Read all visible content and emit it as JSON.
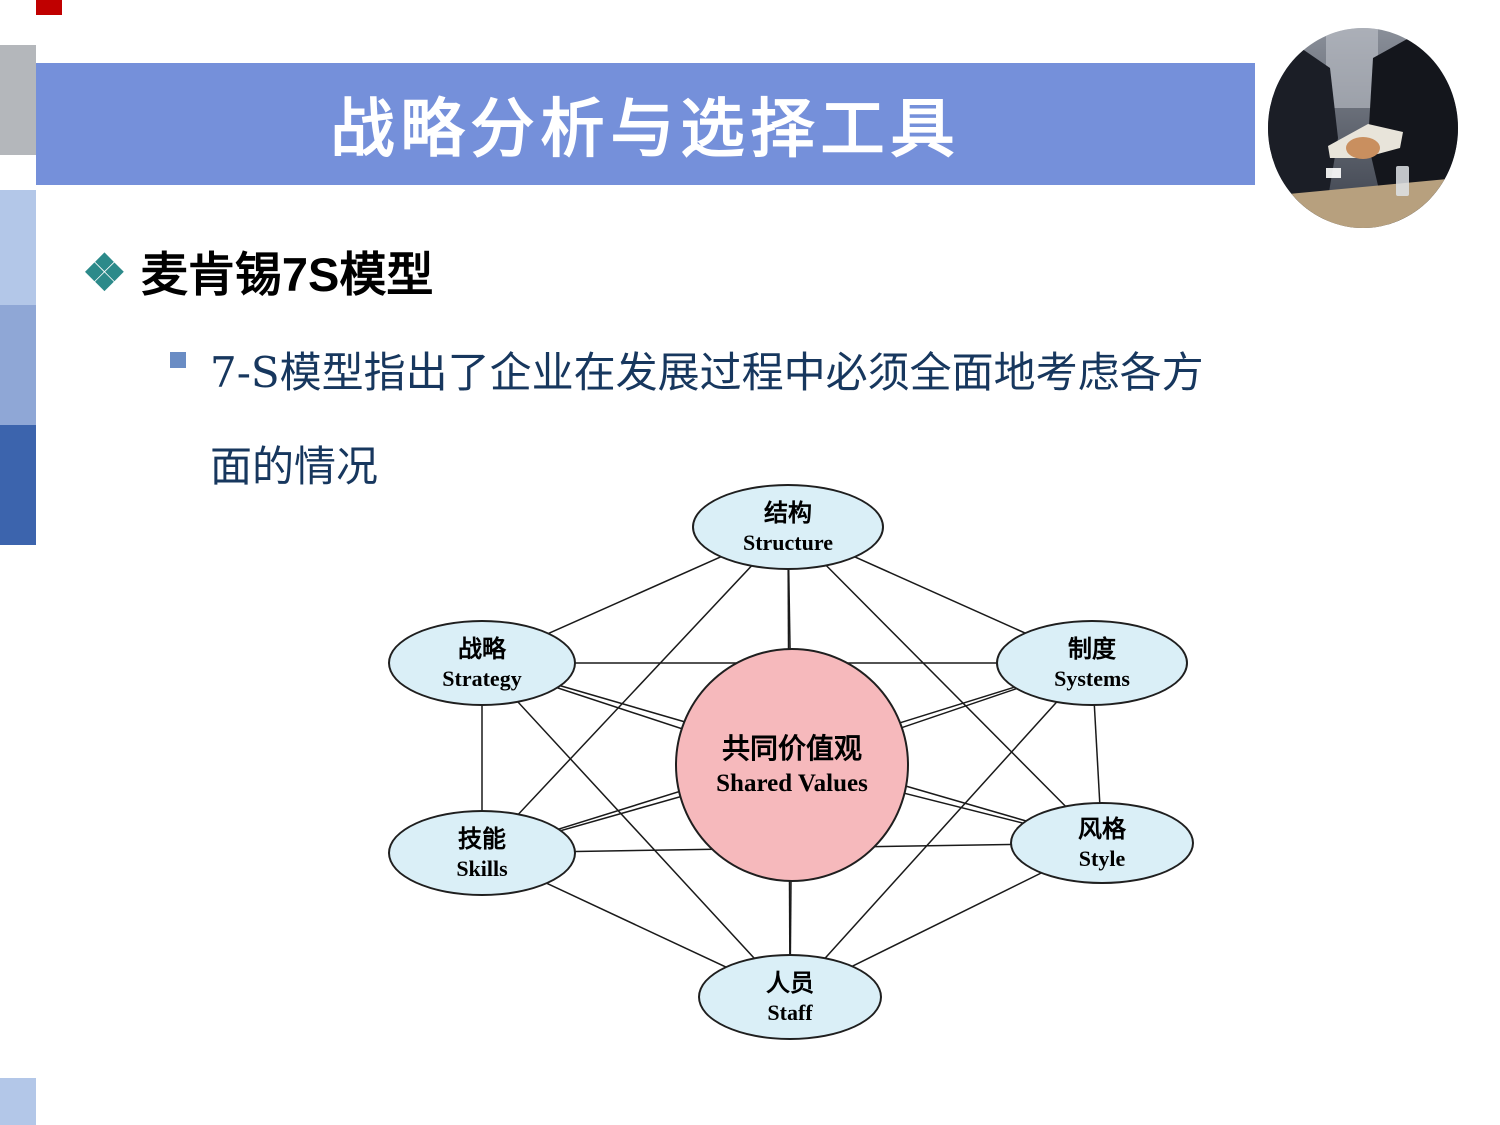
{
  "slide": {
    "title": "战略分析与选择工具",
    "heading_bullet": "❖",
    "heading": "麦肯锡7S模型",
    "body_line1": "7-S模型指出了企业在发展过程中必须全面地考虑各方",
    "body_line2": "面的情况"
  },
  "colors": {
    "banner_blue": "#7590da",
    "accent_red": "#c00000",
    "sidebar_gray": "#b4b7bb",
    "sidebar_pale_blue": "#b3c7e8",
    "sidebar_medium_blue": "#8fa7d6",
    "sidebar_dark_blue": "#3c64ad",
    "heading_diamond_teal": "#2c8a8a",
    "body_text_navy": "#17375e",
    "node_fill_light_blue": "#daeff7",
    "center_fill_pink": "#f6b9bc",
    "edge_black": "#1a1a1a"
  },
  "diagram": {
    "nodes": {
      "structure": {
        "zh": "结构",
        "en": "Structure"
      },
      "strategy": {
        "zh": "战略",
        "en": "Strategy"
      },
      "systems": {
        "zh": "制度",
        "en": "Systems"
      },
      "skills": {
        "zh": "技能",
        "en": "Skills"
      },
      "style": {
        "zh": "风格",
        "en": "Style"
      },
      "staff": {
        "zh": "人员",
        "en": "Staff"
      },
      "shared_values": {
        "zh": "共同价值观",
        "en": "Shared Values"
      }
    },
    "edges": [
      [
        "structure",
        "systems"
      ],
      [
        "structure",
        "style"
      ],
      [
        "structure",
        "staff"
      ],
      [
        "structure",
        "skills"
      ],
      [
        "structure",
        "strategy"
      ],
      [
        "systems",
        "style"
      ],
      [
        "systems",
        "staff"
      ],
      [
        "systems",
        "skills"
      ],
      [
        "systems",
        "strategy"
      ],
      [
        "style",
        "staff"
      ],
      [
        "style",
        "skills"
      ],
      [
        "style",
        "strategy"
      ],
      [
        "staff",
        "skills"
      ],
      [
        "staff",
        "strategy"
      ],
      [
        "skills",
        "strategy"
      ],
      [
        "shared_values",
        "structure"
      ],
      [
        "shared_values",
        "systems"
      ],
      [
        "shared_values",
        "style"
      ],
      [
        "shared_values",
        "staff"
      ],
      [
        "shared_values",
        "skills"
      ],
      [
        "shared_values",
        "strategy"
      ]
    ]
  }
}
